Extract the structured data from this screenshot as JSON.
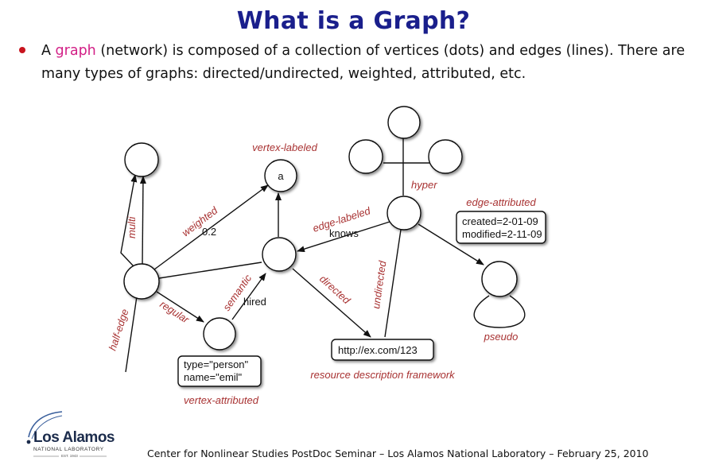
{
  "title": "What is a Graph?",
  "bullet": {
    "pre": "A ",
    "highlight": "graph",
    "post": " (network) is composed of a collection of vertices (dots) and edges (lines). There are many types of graphs: directed/undirected, weighted, attributed, etc."
  },
  "diagram": {
    "labels": {
      "multi": "multi",
      "weighted": "weighted",
      "weight_value": "0.2",
      "vertex_labeled": "vertex-labeled",
      "vertex_label_a": "a",
      "hyper": "hyper",
      "edge_labeled": "edge-labeled",
      "knows": "knows",
      "edge_attributed": "edge-attributed",
      "semantic": "semantic",
      "hired": "hired",
      "directed": "directed",
      "undirected": "undirected",
      "regular": "regular",
      "half_edge": "half-edge",
      "pseudo": "pseudo",
      "rdf": "resource description framework",
      "vertex_attributed": "vertex-attributed"
    },
    "boxes": {
      "vertex_attr_line1": "type=\"person\"",
      "vertex_attr_line2": "name=\"emil\"",
      "edge_attr_line1": "created=2-01-09",
      "edge_attr_line2": "modified=2-11-09",
      "uri": "http://ex.com/123"
    }
  },
  "logo": {
    "name": "Los Alamos",
    "sub": "NATIONAL LABORATORY",
    "est": "EST. 1943"
  },
  "footer": "Center for Nonlinear Studies PostDoc Seminar – Los Alamos National Laboratory – February 25, 2010"
}
